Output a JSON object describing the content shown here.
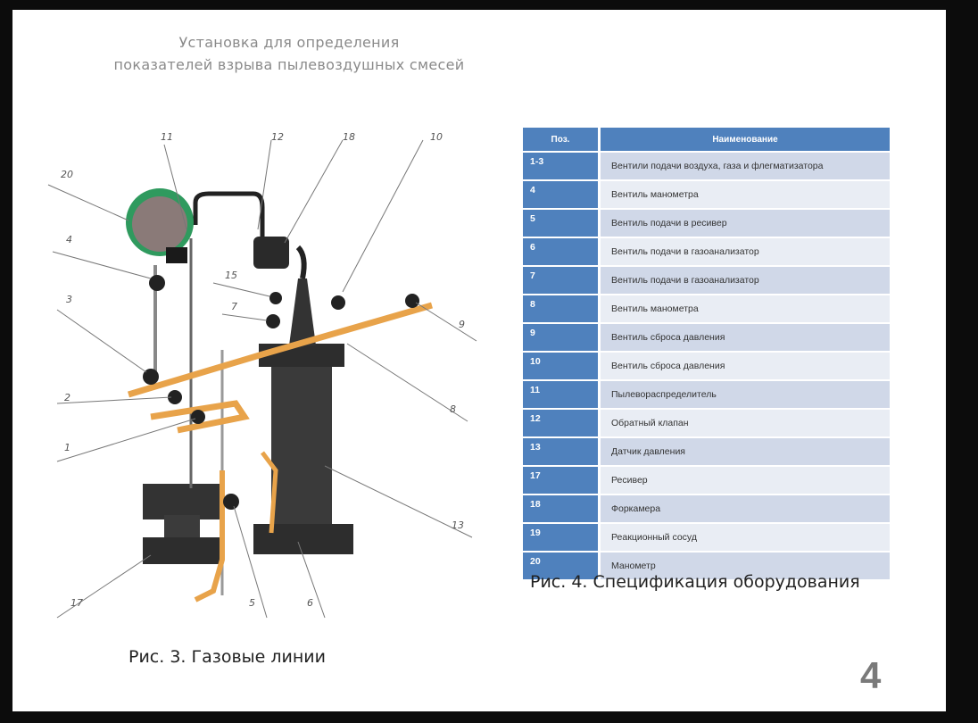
{
  "slide": {
    "title_line1": "Установка для определения",
    "title_line2": "показателей взрыва пылевоздушных смесей",
    "caption_left": "Рис. 3. Газовые линии",
    "caption_right": "Рис. 4. Спецификация оборудования",
    "page_number": "4"
  },
  "figure": {
    "callouts": [
      "20",
      "11",
      "12",
      "18",
      "10",
      "4",
      "15",
      "7",
      "3",
      "2",
      "1",
      "9",
      "8",
      "17",
      "13",
      "5",
      "6"
    ]
  },
  "table": {
    "headers": [
      "Поз.",
      "Наименование"
    ],
    "rows": [
      {
        "pos": "1-3",
        "name": "Вентили подачи воздуха, газа и флегматизатора"
      },
      {
        "pos": "4",
        "name": "Вентиль манометра"
      },
      {
        "pos": "5",
        "name": "Вентиль подачи в ресивер"
      },
      {
        "pos": "6",
        "name": "Вентиль подачи в газоанализатор"
      },
      {
        "pos": "7",
        "name": "Вентиль подачи в газоанализатор"
      },
      {
        "pos": "8",
        "name": "Вентиль манометра"
      },
      {
        "pos": "9",
        "name": "Вентиль сброса давления"
      },
      {
        "pos": "10",
        "name": "Вентиль сброса давления"
      },
      {
        "pos": "11",
        "name": "Пылевораспределитель"
      },
      {
        "pos": "12",
        "name": "Обратный клапан"
      },
      {
        "pos": "13",
        "name": "Датчик давления"
      },
      {
        "pos": "17",
        "name": "Ресивер"
      },
      {
        "pos": "18",
        "name": "Форкамера"
      },
      {
        "pos": "19",
        "name": "Реакционный сосуд"
      },
      {
        "pos": "20",
        "name": "Манометр"
      }
    ]
  },
  "colors": {
    "table_header": "#4f81bd",
    "row_odd": "#d0d8e8",
    "row_even": "#e9edf4",
    "pipe_orange": "#e8a34a",
    "gauge_green": "#2f9a5e"
  }
}
